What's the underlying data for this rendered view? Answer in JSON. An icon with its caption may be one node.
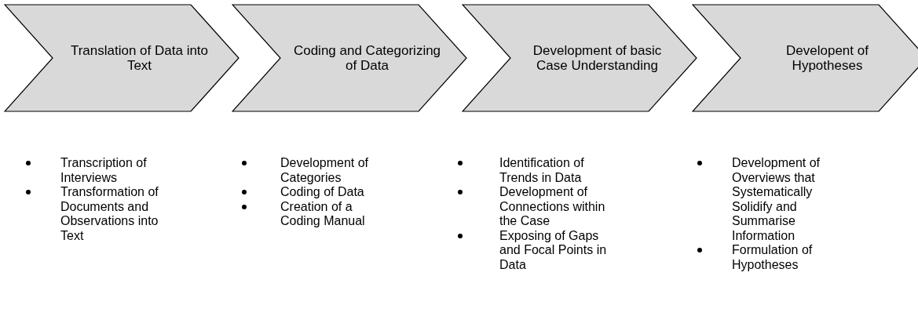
{
  "diagram": {
    "nodes": [
      {
        "text": [
          "Translation of Data into Text"
        ]
      },
      {
        "text": [
          "Coding and Categorizing of Data"
        ]
      },
      {
        "text": [
          "Development of basic Case Understanding"
        ]
      },
      {
        "text": [
          "Developent of Hypotheses"
        ]
      }
    ],
    "labels": [
      "Transcription of Interviews",
      "Transformation of Documents and Observations into Text",
      "Development of Categories",
      "Coding of Data",
      "Creation of a Coding Manual",
      "Identification of Trends in Data",
      "Development of Connections within the Case",
      "Exposing of Gaps and Focal Points in Data",
      "Development of Overviews that Systematically Solidify and Summarise Information",
      "Formulation of Hypotheses"
    ]
  }
}
